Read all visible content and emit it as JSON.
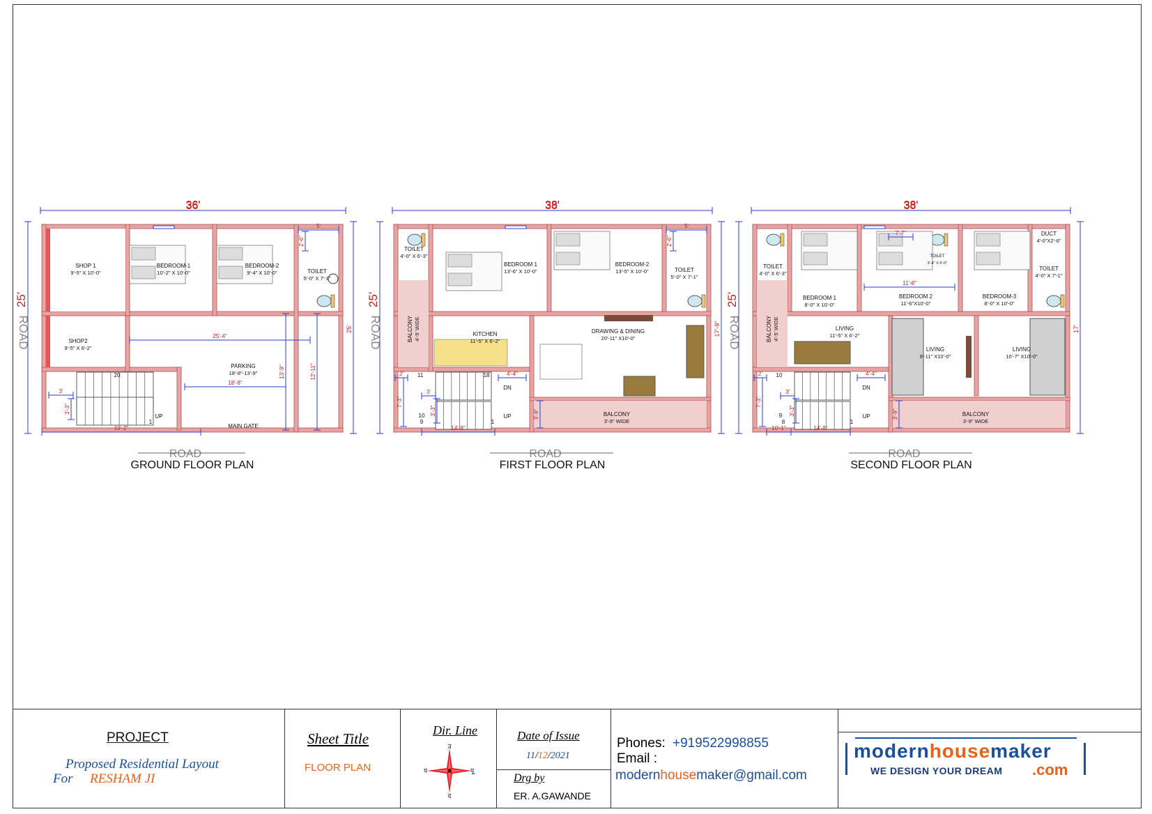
{
  "plans": [
    {
      "title": "GROUND FLOOR PLAN",
      "road": "ROAD",
      "side_road": "ROAD",
      "width_dim": "36'",
      "depth_dim": "25'",
      "right_dim": "25'",
      "rooms": [
        {
          "name": "SHOP 1",
          "size": "9'-5\" X 10'-0\""
        },
        {
          "name": "BEDROOM-1",
          "size": "10'-2\" X 10'-0\""
        },
        {
          "name": "BEDROOM-2",
          "size": "9'-4\" X 10'-0\""
        },
        {
          "name": "TOILET",
          "size": "5'-0\" X 7'-1\""
        },
        {
          "name": "SHOP2",
          "size": "9'-5\" X 6'-2\""
        },
        {
          "name": "PARKING",
          "size": "18'-8\"-13'-9\""
        },
        {
          "name": "MAIN GATE",
          "size": ""
        }
      ],
      "dims": [
        "25'-4\"",
        "18'-8\"",
        "13'-9\"",
        "12'-11\"",
        "19'-2\"",
        "3'",
        "3'-3\"",
        "5'",
        "2'-6\""
      ],
      "stair": {
        "top": "20",
        "bottom": "1",
        "up": "UP"
      }
    },
    {
      "title": "FIRST FLOOR PLAN",
      "road": "ROAD",
      "side_road": "ROAD",
      "width_dim": "38'",
      "depth_dim": "25'",
      "right_dim": "17'-9\"",
      "rooms": [
        {
          "name": "TOILET",
          "size": "4'-0\" X 6'-3\""
        },
        {
          "name": "BEDROOM 1",
          "size": "13'-6\" X 10'-0\""
        },
        {
          "name": "BEDROOM-2",
          "size": "13'-5\" X 10'-0\""
        },
        {
          "name": "TOILET",
          "size": "5'-0\" X 7'-1\""
        },
        {
          "name": "BALCONY",
          "size": "4'-5' WIDE"
        },
        {
          "name": "KITCHEN",
          "size": "11'-5\" X 6'-2\""
        },
        {
          "name": "DRAWING & DINING",
          "size": "20'-11\" X10'-0\""
        },
        {
          "name": "BALCONY",
          "size": "3'-9\" WIDE"
        }
      ],
      "dims": [
        "4'-4\"",
        "14'-8\"",
        "7'-3\"",
        "3'",
        "3'-3\"",
        "3'-9\"",
        "2'",
        "5'",
        "2'-6\""
      ],
      "stair": {
        "top": "11",
        "top2": "18",
        "mid": "10",
        "mid2": "9",
        "bottom": "1",
        "up": "UP",
        "dn": "DN"
      }
    },
    {
      "title": "SECOND FLOOR PLAN",
      "road": "ROAD",
      "side_road": "ROAD",
      "width_dim": "38'",
      "depth_dim": "25'",
      "right_dim": "17'",
      "rooms": [
        {
          "name": "TOILET",
          "size": "4'-0\" X 6'-3\""
        },
        {
          "name": "BEDROOM 1",
          "size": "8'-0\" X 10'-0\""
        },
        {
          "name": "BEDROOM 2",
          "size": "11'-6\"X10'-0\""
        },
        {
          "name": "BEDROOM-3",
          "size": "8'-0\" X 10'-0\""
        },
        {
          "name": "TOILET",
          "size": "3'-4\" X 6'-0\""
        },
        {
          "name": "DUCT",
          "size": "4'-0\"X2'-6\""
        },
        {
          "name": "TOILET",
          "size": "4'-0\" X 7'-1\""
        },
        {
          "name": "BALCONY",
          "size": "4'-5' WIDE"
        },
        {
          "name": "LIVING",
          "size": "11'-5\" X 6'-2\""
        },
        {
          "name": "LIVING",
          "size": "9'-11\" X10'-0\""
        },
        {
          "name": "LIVING",
          "size": "10'-7\" X10'-0\""
        },
        {
          "name": "BALCONY",
          "size": "3'-9\" WIDE"
        }
      ],
      "dims": [
        "7'-7\"",
        "11'-6\"",
        "4'-4\"",
        "10'-1\"",
        "14'-8\"",
        "7'-3\"",
        "3'",
        "3'-3\"",
        "3'-9\"",
        "2'"
      ],
      "stair": {
        "top": "10",
        "mid": "9",
        "mid2": "8",
        "bottom": "1",
        "up": "UP",
        "dn": "DN"
      }
    }
  ],
  "title_block": {
    "project_label": "PROJECT",
    "project_name": "Proposed Residential Layout",
    "for_label": "For",
    "client": "RESHAM JI",
    "sheet_title_label": "Sheet Title",
    "sheet_title": "FLOOR PLAN",
    "dir_label": "Dir. Line",
    "date_label": "Date of Issue",
    "date_dd": "11",
    "date_mm": "12",
    "date_yyyy": "2021",
    "sep": "/",
    "drg_label": "Drg by",
    "drawn_by": "ER. A.GAWANDE",
    "phones_label": "Phones:",
    "phone": "+919522998855",
    "email_label": "Email :",
    "email_a": "modern",
    "email_b": "house",
    "email_c": "maker@gmail.com",
    "logo_a": "modern",
    "logo_b": "house",
    "logo_c": "maker",
    "logo_tag": "WE DESIGN YOUR DREAM",
    "logo_com": ".com"
  },
  "colors": {
    "wall": "#e8a3a3",
    "wall_edge": "#b05050",
    "dim_line": "#2a3bd4",
    "dim_text_red": "#d11a1a",
    "road_text": "#8a8a8a",
    "balcony_tile": "#f2cfcf",
    "blue_text": "#1a4f9c",
    "orange_text": "#e8621a"
  }
}
